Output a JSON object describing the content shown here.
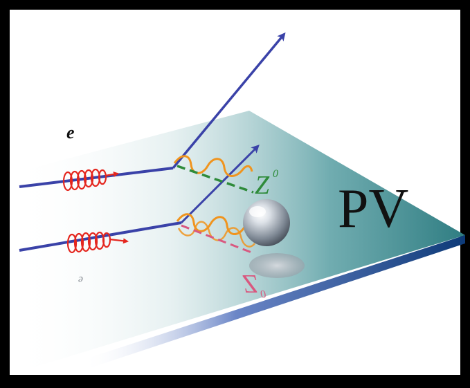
{
  "labels": {
    "electron": "e",
    "electron_mirror": "e",
    "plane": "PV",
    "boson": "Z",
    "boson_superscript": "0",
    "boson_mirror": "Z",
    "boson_mirror_superscript": "0"
  },
  "colors": {
    "background": "#000000",
    "canvas": "#ffffff",
    "beam": "#3a42a8",
    "photon": "#e4261e",
    "wave": "#f0941e",
    "z_boson": "#2e8b3a",
    "z_mirror": "#d9587f",
    "plane": "#2f7d82"
  },
  "icons": {
    "sphere": "sphere-icon"
  }
}
